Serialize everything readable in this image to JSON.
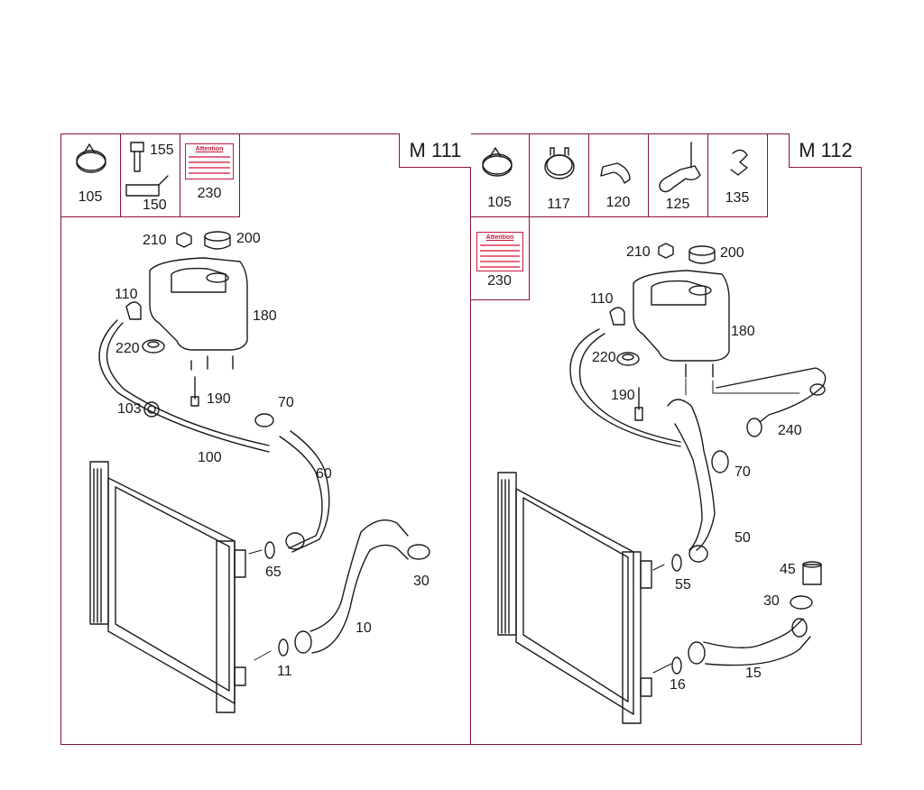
{
  "left_panel": {
    "model": "M 111",
    "header_cells": [
      "105",
      "155",
      "150",
      "230"
    ],
    "warning_label": "Attention",
    "callouts": {
      "p210": "210",
      "p200": "200",
      "p110": "110",
      "p180": "180",
      "p220": "220",
      "p190": "190",
      "p103": "103",
      "p70": "70",
      "p100": "100",
      "p60": "60",
      "p65": "65",
      "p30": "30",
      "p10": "10",
      "p11": "11"
    }
  },
  "right_panel": {
    "model": "M 112",
    "header_cells": [
      "105",
      "117",
      "120",
      "125",
      "135",
      "230"
    ],
    "warning_label": "Attention",
    "callouts": {
      "p210": "210",
      "p200": "200",
      "p110": "110",
      "p180": "180",
      "p220": "220",
      "p190": "190",
      "p240": "240",
      "p70": "70",
      "p50": "50",
      "p55": "55",
      "p45": "45",
      "p30": "30",
      "p16": "16",
      "p15": "15"
    }
  },
  "colors": {
    "accent": "#8a1530",
    "line": "#1a1a1a",
    "warning": "#c41a3a"
  }
}
